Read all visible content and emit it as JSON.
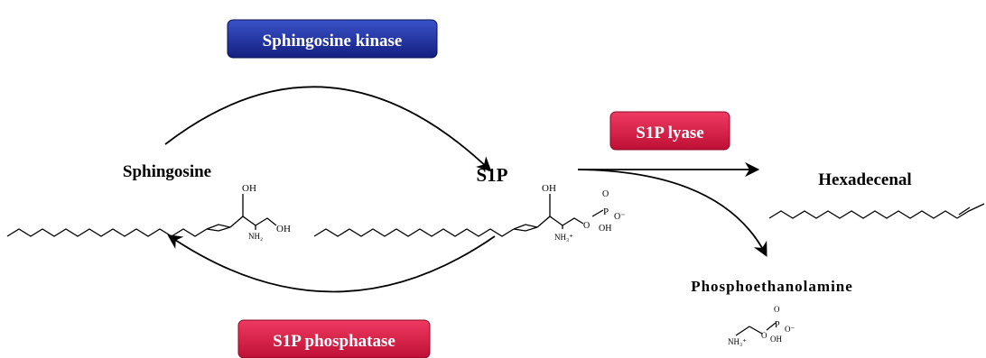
{
  "enzymes": {
    "kinase": {
      "label": "Sphingosine kinase",
      "color": "#1f2f9a"
    },
    "lyase": {
      "label": "S1P lyase",
      "color": "#d81b45"
    },
    "phosphatase": {
      "label": "S1P phosphatase",
      "color": "#d81b45"
    }
  },
  "molecules": {
    "sphingosine": {
      "label": "Sphingosine"
    },
    "s1p": {
      "label": "S1P"
    },
    "hexadecenal": {
      "label": "Hexadecenal"
    },
    "phosphoethanolamine": {
      "label": "Phosphoethanolamine"
    }
  },
  "atoms": {
    "oh": "OH",
    "nh2": "NH₂",
    "nh3": "NH₃⁺",
    "o": "O",
    "p": "P",
    "o_minus": "O⁻"
  }
}
